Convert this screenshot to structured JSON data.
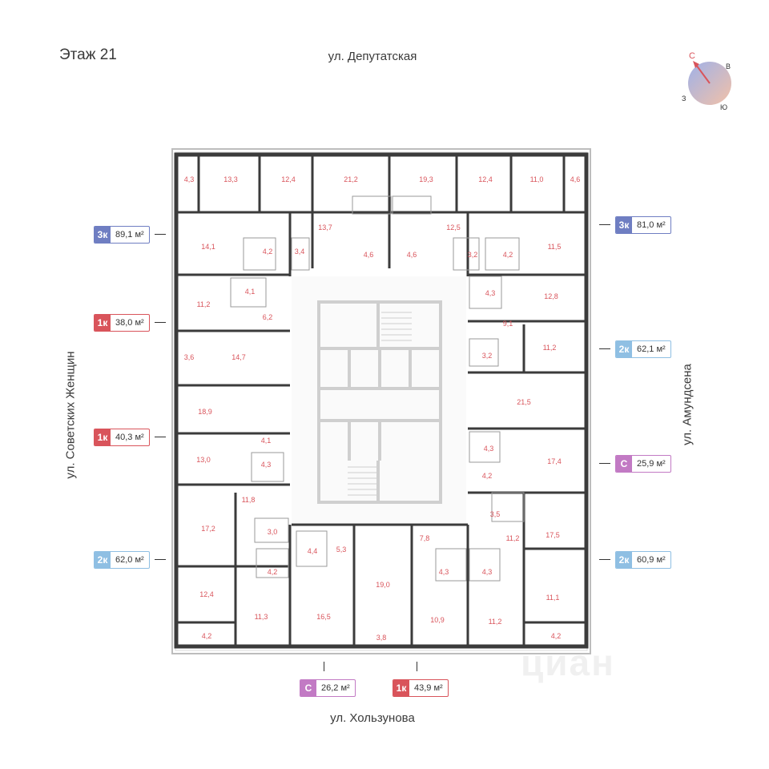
{
  "floor_title": "Этаж 21",
  "streets": {
    "top": "ул. Депутатская",
    "bottom": "ул. Хользунова",
    "left": "ул. Советских Женщин",
    "right": "ул. Амундсена"
  },
  "compass": {
    "n": "С",
    "e": "В",
    "s": "Ю",
    "w": "З"
  },
  "colors": {
    "3к": "#6f7ec2",
    "1к": "#d9545b",
    "2к": "#8fbfe3",
    "С": "#c27ac4"
  },
  "badges": [
    {
      "type": "3к",
      "area": "89,1 м²"
    },
    {
      "type": "1к",
      "area": "38,0 м²"
    },
    {
      "type": "1к",
      "area": "40,3 м²"
    },
    {
      "type": "2к",
      "area": "62,0 м²"
    },
    {
      "type": "3к",
      "area": "81,0 м²"
    },
    {
      "type": "2к",
      "area": "62,1 м²"
    },
    {
      "type": "С",
      "area": "25,9 м²"
    },
    {
      "type": "2к",
      "area": "60,9 м²"
    },
    {
      "type": "С",
      "area": "26,2 м²"
    },
    {
      "type": "1к",
      "area": "43,9 м²"
    }
  ],
  "room_labels": [
    "4,3",
    "13,3",
    "12,4",
    "21,2",
    "19,3",
    "12,4",
    "11,0",
    "4,6",
    "13,7",
    "12,5",
    "14,1",
    "4,2",
    "3,4",
    "4,6",
    "4,6",
    "3,2",
    "4,2",
    "11,5",
    "4,1",
    "4,3",
    "11,2",
    "6,2",
    "12,8",
    "9,1",
    "3,6",
    "14,7",
    "11,2",
    "3,2",
    "18,9",
    "21,5",
    "4,1",
    "4,3",
    "13,0",
    "4,3",
    "17,4",
    "4,2",
    "11,8",
    "3,5",
    "17,2",
    "3,0",
    "5,3",
    "7,8",
    "11,2",
    "17,5",
    "4,4",
    "4,2",
    "19,0",
    "4,3",
    "4,3",
    "12,4",
    "11,1",
    "16,5",
    "11,3",
    "10,9",
    "11,2",
    "4,2",
    "3,8",
    "4,2"
  ],
  "watermark": "циан"
}
